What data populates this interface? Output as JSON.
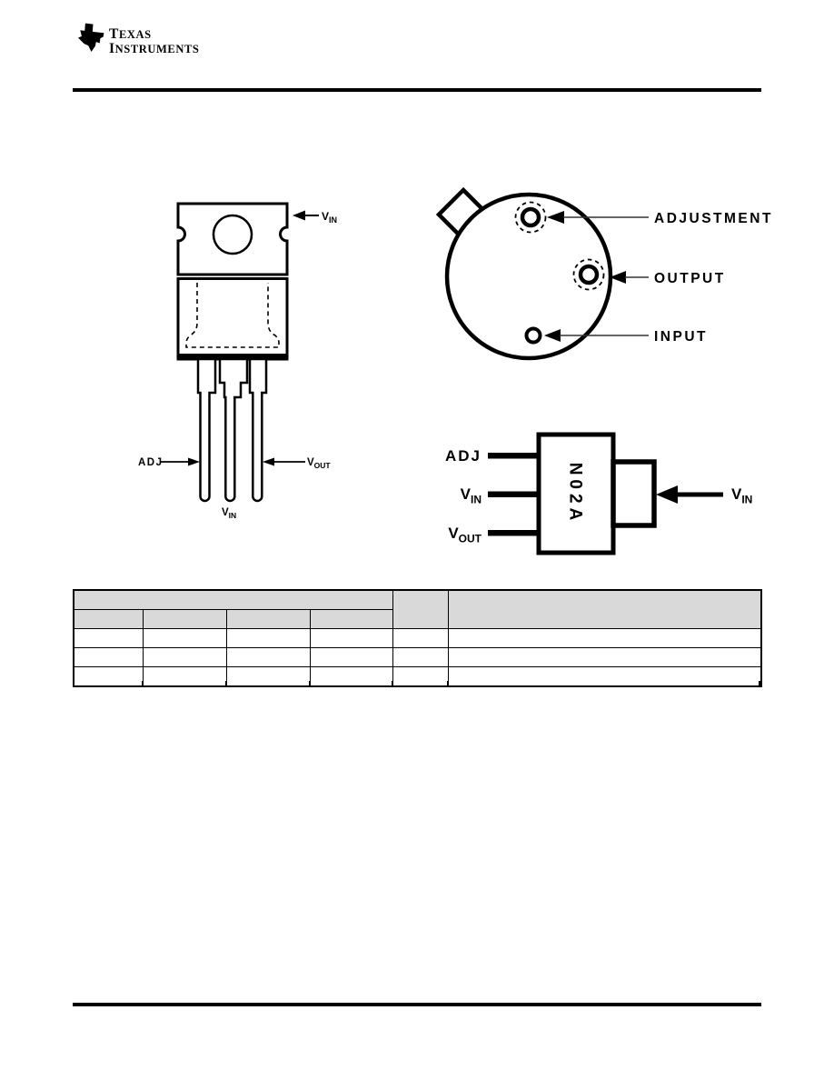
{
  "brand": {
    "line1": "Texas",
    "line2": "Instruments",
    "monogram": "ti"
  },
  "packages": {
    "to220": {
      "tab_label_main": "V",
      "tab_label_sub": "IN",
      "adj_label": "ADJ",
      "vout_label_main": "V",
      "vout_label_sub": "OUT",
      "vin_label_main": "V",
      "vin_label_sub": "IN"
    },
    "can": {
      "adjustment_label": "ADJUSTMENT",
      "output_label": "OUTPUT",
      "input_label": "INPUT"
    },
    "sot": {
      "marking": "N02A",
      "adj_label": "ADJ",
      "vin_label_main": "V",
      "vin_label_sub": "IN",
      "vout_label_main": "V",
      "vout_label_sub": "OUT",
      "tab_label_main": "V",
      "tab_label_sub": "IN"
    }
  },
  "table": {
    "header_group": "",
    "header_col5": "",
    "header_col6": "",
    "subheaders": [
      "",
      "",
      "",
      ""
    ],
    "rows": [
      [
        "",
        "",
        "",
        "",
        "",
        ""
      ],
      [
        "",
        "",
        "",
        "",
        "",
        ""
      ],
      [
        "",
        "",
        "",
        "",
        "",
        ""
      ]
    ]
  },
  "colors": {
    "header_bg": "#d9d9d9",
    "ink": "#000000"
  }
}
